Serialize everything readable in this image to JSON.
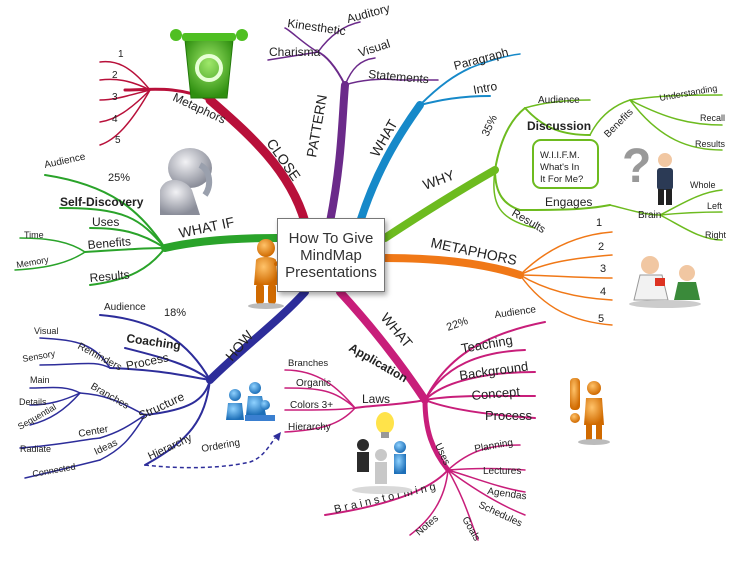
{
  "center": {
    "line1": "How To Give",
    "line2": "MindMap",
    "line3": "Presentations"
  },
  "colors": {
    "close": "#b8103a",
    "pattern": "#6b2a8a",
    "what_top": "#1689c9",
    "why": "#6dbb1f",
    "metaphors_right": "#f07817",
    "what_bottom": "#c81e7a",
    "how": "#2d2d9a",
    "whatif": "#2aa32a"
  },
  "close": {
    "label": "CLOSE",
    "metaphors_label": "Metaphors",
    "numbers": [
      "1",
      "2",
      "3",
      "4",
      "5"
    ]
  },
  "pattern": {
    "label": "PATTERN",
    "kinesthetic": "Kinesthetic",
    "auditory": "Auditory",
    "charisma": "Charisma",
    "visual": "Visual",
    "statements": "Statements"
  },
  "what_top": {
    "label": "WHAT",
    "paragraph": "Paragraph",
    "intro": "Intro"
  },
  "why": {
    "label": "WHY",
    "percent": "35%",
    "audience": "Audience",
    "discussion": "Discussion",
    "benefits": "Benefits",
    "understanding": "Understanding",
    "recall": "Recall",
    "results_small": "Results",
    "wiifm1": "W.I.I.F.M.",
    "wiifm2": "What's In",
    "wiifm3": "It For Me?",
    "engages": "Engages",
    "brain": "Brain",
    "whole": "Whole",
    "left": "Left",
    "right": "Right",
    "results": "Results"
  },
  "metaphors_right": {
    "label": "METAPHORS",
    "numbers": [
      "1",
      "2",
      "3",
      "4",
      "5"
    ]
  },
  "what_bottom": {
    "label": "WHAT",
    "percent": "22%",
    "audience": "Audience",
    "application": "Application",
    "teaching": "Teaching",
    "background": "Background",
    "concept": "Concept",
    "process": "Process",
    "laws": "Laws",
    "branches": "Branches",
    "organic": "Organic",
    "colors": "Colors 3+",
    "hierarchy": "Hierarchy",
    "uses": "Uses",
    "planning": "Planning",
    "lectures": "Lectures",
    "agendas": "Agendas",
    "schedules": "Schedules",
    "goals": "Goals",
    "notes": "Notes",
    "brainstorming": "Brainstorming"
  },
  "how": {
    "label": "HOW",
    "audience": "Audience",
    "percent": "18%",
    "coaching": "Coaching",
    "visual": "Visual",
    "sensory": "Sensory",
    "reminders": "Reminders",
    "process": "Process",
    "main": "Main",
    "details": "Details",
    "sequential": "Sequential",
    "branches": "Branches",
    "structure": "Structure",
    "radiate": "Radiate",
    "center": "Center",
    "connected": "Connected",
    "ideas": "Ideas",
    "hierarchy": "Hierarchy",
    "ordering": "Ordering"
  },
  "whatif": {
    "label": "WHAT IF",
    "audience": "Audience",
    "percent": "25%",
    "self_discovery": "Self-Discovery",
    "uses": "Uses",
    "time": "Time",
    "benefits": "Benefits",
    "memory": "Memory",
    "results": "Results"
  }
}
